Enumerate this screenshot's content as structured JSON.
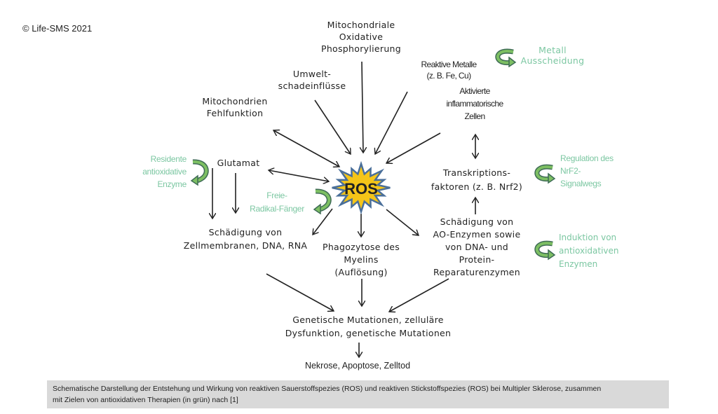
{
  "copyright": "© Life-SMS 2021",
  "center": {
    "label": "ROS"
  },
  "nodes": {
    "mito_oxphos": [
      "Mitochondriale",
      "Oxidative",
      "Phosphorylierung"
    ],
    "umwelt": [
      "Umwelt-",
      "schadeinflüsse"
    ],
    "mito_fehl": [
      "Mitochondrien",
      "Fehlfunktion"
    ],
    "metalle": [
      "Reaktive  Metalle",
      "(z. B. Fe, Cu)"
    ],
    "inflamm": [
      "Aktivierte",
      "inflammatorische",
      "Zellen"
    ],
    "glutamat": [
      "Glutamat"
    ],
    "transkription": [
      "Transkriptions-",
      "faktoren  (z. B. Nrf2)"
    ],
    "schaed_membran": [
      "Schädigung  von",
      "Zellmembranen,  DNA, RNA"
    ],
    "phagozytose": [
      "Phagozytose des",
      "Myelins",
      "(Auflösung)"
    ],
    "schaed_ao": [
      "Schädigung von",
      "AO-Enzymen sowie",
      "von DNA- und",
      "Protein-",
      "Reparaturenzymen"
    ],
    "genetisch": [
      "Genetische  Mutationen,  zelluläre",
      "Dysfunktion,  genetische Mutationen"
    ],
    "nekrose": [
      "Nekrose, Apoptose,  Zelltod"
    ]
  },
  "therapies": {
    "metall": [
      "Metall",
      "Ausscheidung"
    ],
    "resident": [
      "Residente",
      "antioxidative",
      "Enzyme"
    ],
    "radikal": [
      "Freie-",
      "Radikal-Fänger"
    ],
    "nrf2": [
      "Regulation des",
      "NrF2-",
      "Signalwegs"
    ],
    "induktion": [
      "Induktion von",
      "antioxidativen",
      "Enzymen"
    ]
  },
  "colors": {
    "therapy_green": "#7cc7a2",
    "arrow_green": "#6fb35a",
    "ros_fill": "#f5c518",
    "ros_stroke": "#4a6f9a",
    "caption_bg": "#d9d9d9"
  },
  "caption": [
    "Schematische Darstellung der Entstehung und Wirkung von reaktiven Sauerstoffspezies (ROS) und reaktiven Stickstoffspezies (ROS) bei Multipler Sklerose, zusammen",
    "mit Zielen von antioxidativen Therapien (in grün) nach [1]"
  ]
}
